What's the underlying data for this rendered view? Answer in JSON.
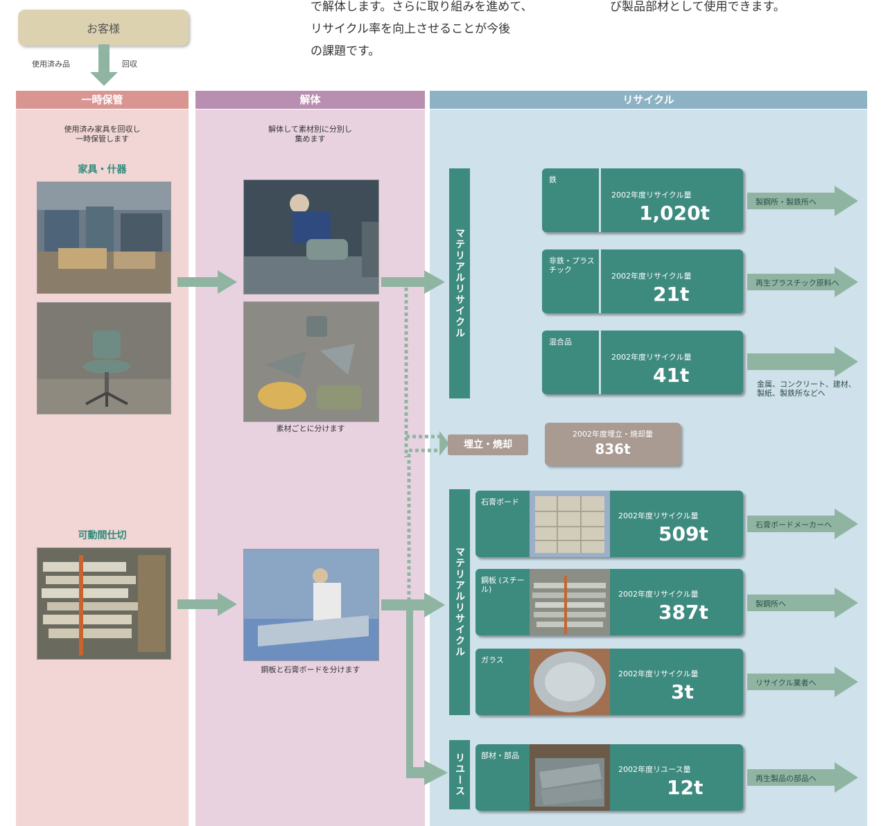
{
  "intro": {
    "text_col1_lines": [
      "で解体します。さらに取り組みを進めて、",
      "リサイクル率を向上させることが今後",
      "の課題です。"
    ],
    "text_col2_lines": [
      "び製品部材として使用できます。"
    ]
  },
  "customer": {
    "label": "お客様",
    "left_note": "使用済み品",
    "right_note": "回収"
  },
  "columns": {
    "collect": "一時保管",
    "dismantle": "解体",
    "recycle": "リサイクル"
  },
  "collect": {
    "desc_lines": [
      "使用済み家具を回収し",
      "一時保管します"
    ],
    "furniture_title": "家具・什器",
    "partition_title": "可動間仕切"
  },
  "dismantle": {
    "desc_lines": [
      "解体して素材別に分別し",
      "集めます"
    ],
    "caption_chair": "素材ごとに分けます",
    "caption_partition": "鋼板と石膏ボードを分けます"
  },
  "bars": {
    "material1": "マテリアルリサイクル",
    "material2": "マテリアルリサイクル",
    "reuse": "リユース"
  },
  "landfill": {
    "label": "埋立・焼却",
    "sub": "2002年度埋立・焼却量",
    "amount": "836t"
  },
  "materials": [
    {
      "label": "鉄",
      "sub": "2002年度リサイクル量",
      "amount": "1,020t",
      "dest": "製鋼所・製鉄所へ"
    },
    {
      "label": "非鉄・プラスチック",
      "sub": "2002年度リサイクル量",
      "amount": "21t",
      "dest": "再生プラスチック原料へ"
    },
    {
      "label": "混合品",
      "sub": "2002年度リサイクル量",
      "amount": "41t",
      "dest": "金属、コンクリート、建材、製紙、製鉄所などへ"
    }
  ],
  "partitions": [
    {
      "label": "石膏ボード",
      "sub": "2002年度リサイクル量",
      "amount": "509t",
      "dest": "石膏ボードメーカーへ"
    },
    {
      "label": "鋼板 (スチール)",
      "sub": "2002年度リサイクル量",
      "amount": "387t",
      "dest": "製鋼所へ"
    },
    {
      "label": "ガラス",
      "sub": "2002年度リサイクル量",
      "amount": "3t",
      "dest": "リサイクル業者へ"
    }
  ],
  "reuse": {
    "label": "部材・部品",
    "sub": "2002年度リユース量",
    "amount": "12t",
    "dest": "再生製品の部品へ"
  },
  "colors": {
    "collect_bg": "#f2d5d5",
    "collect_header": "#d99591",
    "dismantle_bg": "#e8d2e0",
    "dismantle_header": "#b88fb0",
    "recycle_bg": "#cfe1ea",
    "recycle_header": "#8db2c4",
    "box_green": "#3d8a7f",
    "arrow_green": "#8fb5a2",
    "landfill": "#a99a92"
  }
}
